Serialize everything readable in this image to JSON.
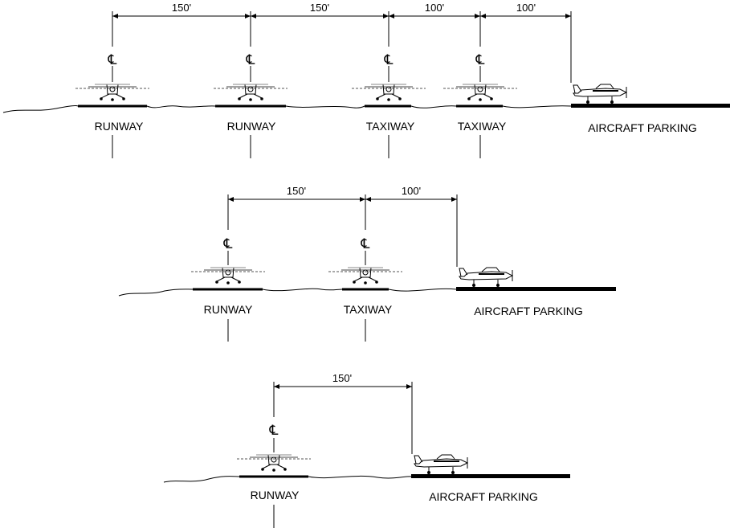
{
  "centerline_symbol": "℄",
  "sections": [
    {
      "dimensions": [
        "150'",
        "150'",
        "100'",
        "100'"
      ],
      "labels": [
        "RUNWAY",
        "RUNWAY",
        "TAXIWAY",
        "TAXIWAY",
        "AIRCRAFT PARKING"
      ]
    },
    {
      "dimensions": [
        "150'",
        "100'"
      ],
      "labels": [
        "RUNWAY",
        "TAXIWAY",
        "AIRCRAFT PARKING"
      ]
    },
    {
      "dimensions": [
        "150'"
      ],
      "labels": [
        "RUNWAY",
        "AIRCRAFT PARKING"
      ]
    }
  ]
}
